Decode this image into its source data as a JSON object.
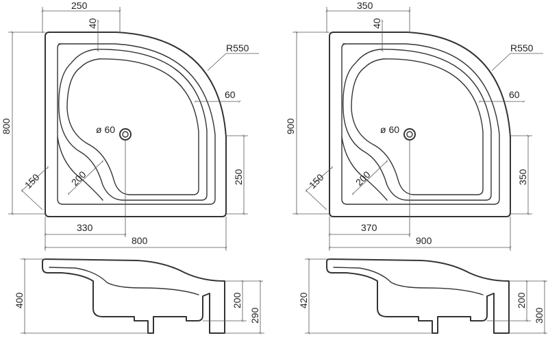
{
  "colors": {
    "background": "#ffffff",
    "outline": "#333333",
    "dimension_line": "#555555",
    "text": "#222222"
  },
  "left": {
    "top": {
      "dim_top_width": "250",
      "dim_rim_40": "40",
      "radius": "R550",
      "dim_rim_60": "60",
      "drain": "ø 60",
      "dim_side_height": "800",
      "dim_corner_150": "150",
      "dim_seat_200": "200",
      "dim_right_250": "250",
      "dim_drain_330": "330",
      "dim_total_width": "800"
    },
    "side": {
      "dim_height": "400",
      "dim_inner_200": "200",
      "dim_inner_290": "290"
    }
  },
  "right": {
    "top": {
      "dim_top_width": "350",
      "dim_rim_40": "40",
      "radius": "R550",
      "dim_rim_60": "60",
      "drain": "ø 60",
      "dim_side_height": "900",
      "dim_corner_150": "150",
      "dim_seat_200": "200",
      "dim_right_350": "350",
      "dim_drain_370": "370",
      "dim_total_width": "900"
    },
    "side": {
      "dim_height": "420",
      "dim_inner_200": "200",
      "dim_inner_300": "300"
    }
  }
}
